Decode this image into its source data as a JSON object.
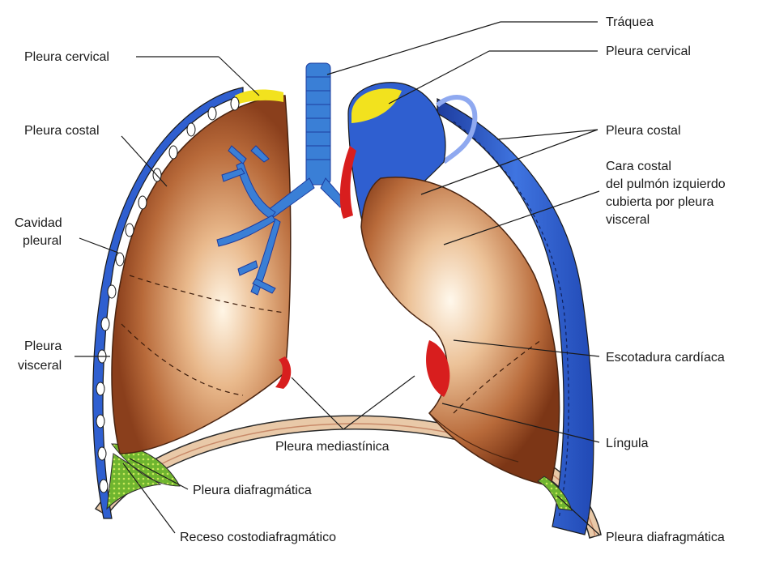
{
  "labels": {
    "traquea": "Tráquea",
    "pleura_cervical_left": "Pleura cervical",
    "pleura_cervical_right": "Pleura cervical",
    "pleura_costal_left": "Pleura costal",
    "pleura_costal_right": "Pleura costal",
    "cavidad_pleural": [
      "Cavidad",
      "pleural"
    ],
    "cara_costal": [
      "Cara costal",
      "del pulmón izquierdo",
      "cubierta por pleura",
      "visceral"
    ],
    "pleura_visceral": [
      "Pleura",
      "visceral"
    ],
    "escotadura_cardiaca": "Escotadura cardíaca",
    "pleura_mediastinica": "Pleura mediastínica",
    "lingula": "Língula",
    "pleura_diafragmatica_left": "Pleura diafragmática",
    "pleura_diafragmatica_right": "Pleura diafragmática",
    "receso_costodiafragmatico": "Receso costodiafragmático"
  },
  "colors": {
    "lung_brown": "#a8552e",
    "lung_highlight": "#f5ead8",
    "pleura_blue": "#2f5fd0",
    "pleura_dark_blue": "#1f3f9a",
    "apex_yellow": "#f2e21e",
    "mediastinal_red": "#d81e1e",
    "recess_green": "#7cc23a",
    "diaphragm_tan": "#e9c9a8",
    "trachea_blue": "#3a7fd6"
  }
}
